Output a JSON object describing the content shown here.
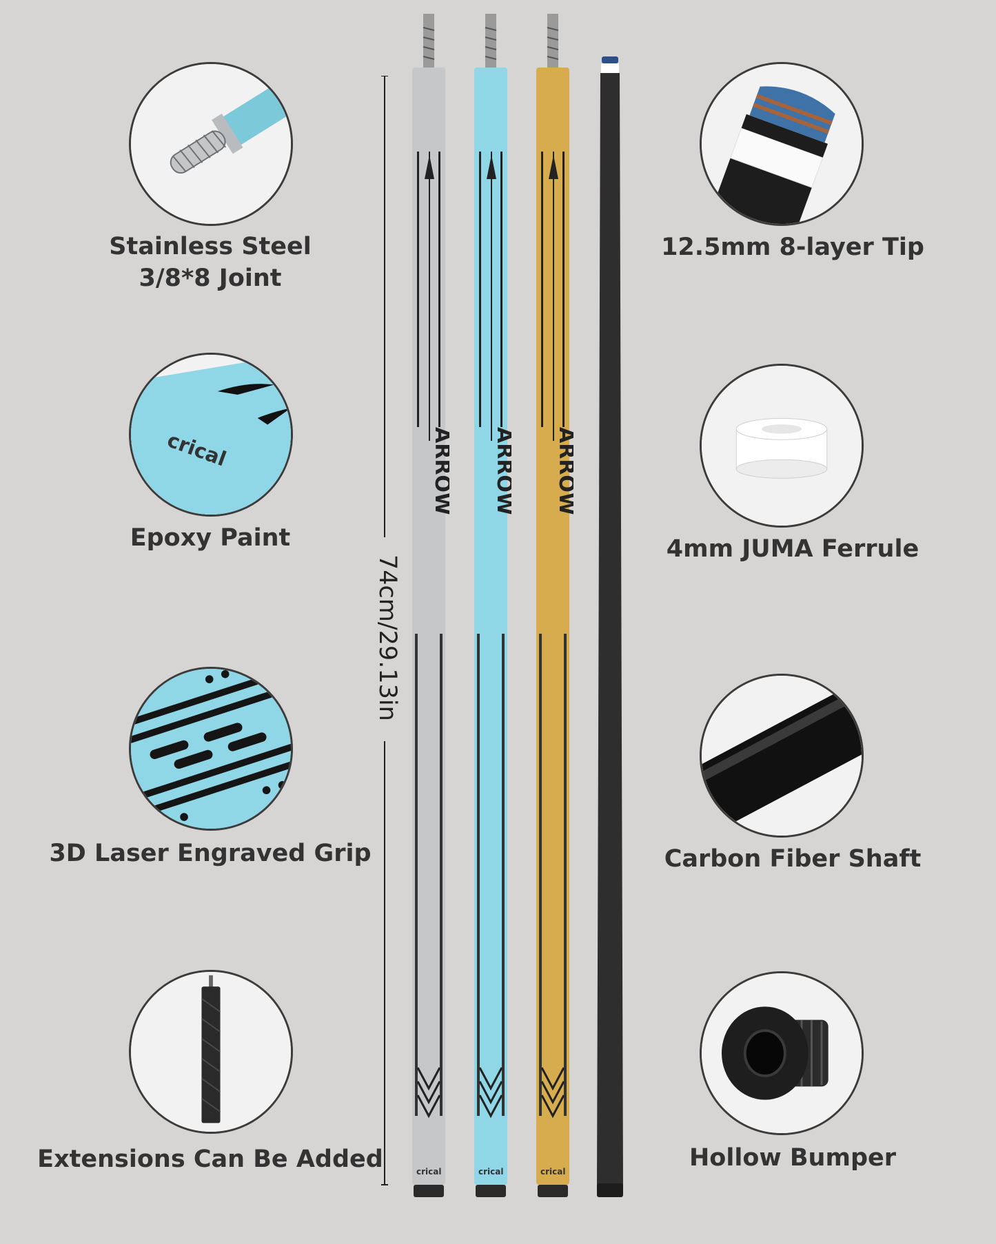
{
  "features_left": [
    {
      "name": "joint",
      "label_lines": [
        "Stainless Steel",
        "3/8*8 Joint"
      ],
      "icon": "screw-joint-icon"
    },
    {
      "name": "epoxy",
      "label_lines": [
        "Epoxy Paint"
      ],
      "icon": "epoxy-butt-icon",
      "engraved_text": "crical"
    },
    {
      "name": "grip",
      "label_lines": [
        "3D Laser Engraved Grip"
      ],
      "icon": "laser-grip-icon"
    },
    {
      "name": "extension",
      "label_lines": [
        "Extensions Can Be Added"
      ],
      "icon": "extension-icon"
    }
  ],
  "features_right": [
    {
      "name": "tip",
      "label_lines": [
        "12.5mm 8-layer Tip"
      ],
      "icon": "layered-tip-icon"
    },
    {
      "name": "ferrule",
      "label_lines": [
        "4mm JUMA Ferrule"
      ],
      "icon": "ferrule-icon"
    },
    {
      "name": "shaft",
      "label_lines": [
        "Carbon Fiber Shaft"
      ],
      "icon": "carbon-shaft-icon"
    },
    {
      "name": "bumper",
      "label_lines": [
        "Hollow Bumper"
      ],
      "icon": "bumper-icon"
    }
  ],
  "dimension": {
    "label": "74cm/29.13in"
  },
  "cues": [
    {
      "name": "silver",
      "color": "#c6c7c9",
      "brand": "crical",
      "model": "ARROW"
    },
    {
      "name": "blue",
      "color": "#8fd6e6",
      "brand": "crical",
      "model": "ARROW"
    },
    {
      "name": "gold",
      "color": "#d6ac4f",
      "brand": "crical",
      "model": "ARROW"
    }
  ],
  "shaft": {
    "color": "#2e2e2e"
  },
  "colors": {
    "background": "#d7d5d3",
    "text": "#333333",
    "accent_blue": "#8fd6e6"
  }
}
